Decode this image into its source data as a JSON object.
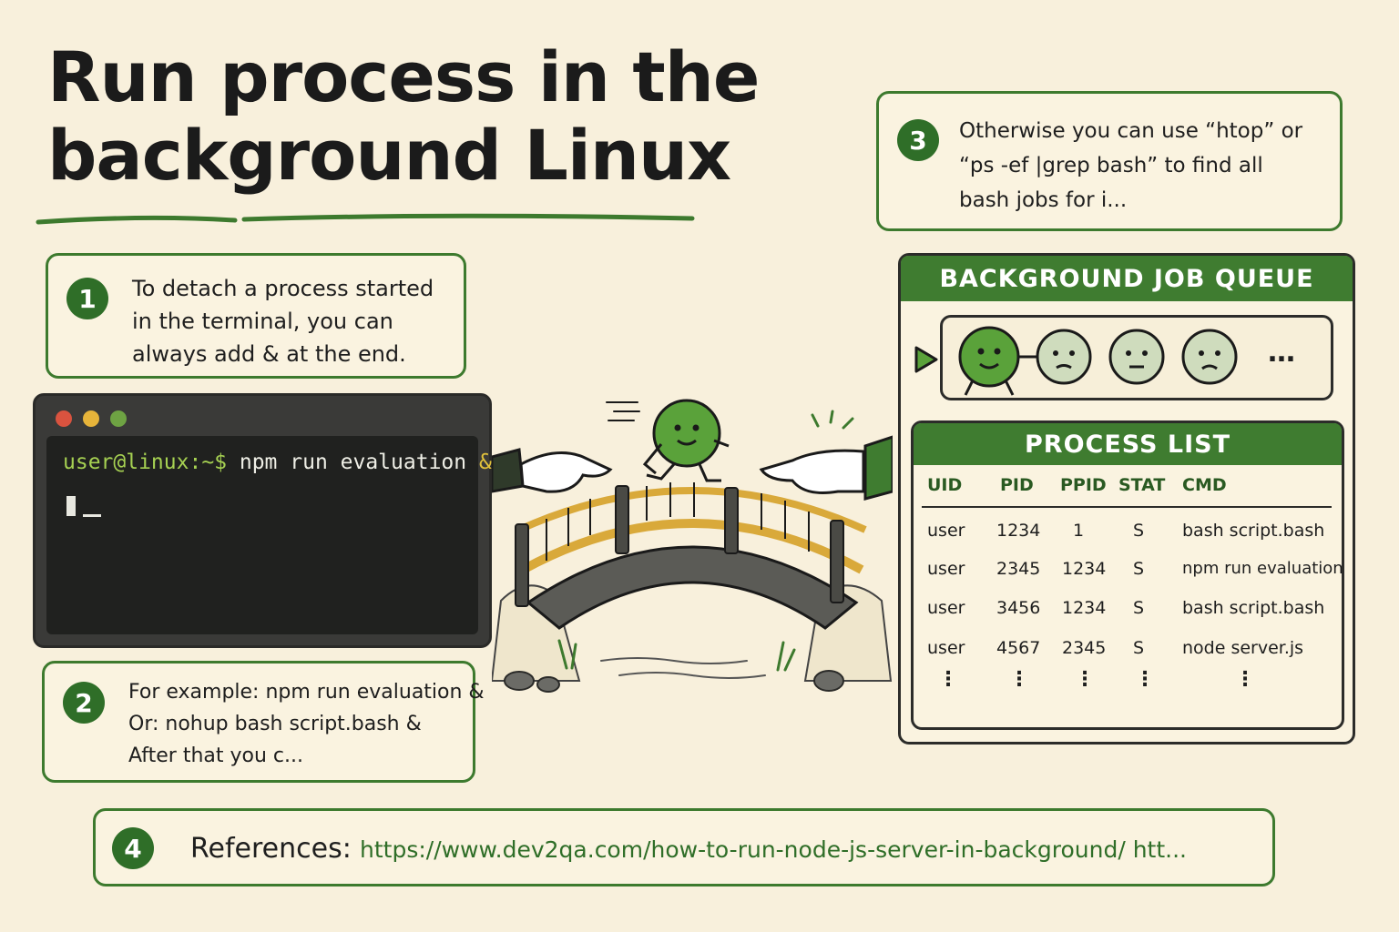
{
  "title": {
    "line1": "Run process in the",
    "line2": "background Linux"
  },
  "colors": {
    "accent_green": "#3d7a2e",
    "badge_green": "#2f6e28",
    "background": "#f8f0dc",
    "terminal_prompt": "#a6d152",
    "terminal_ampersand": "#e2c23b"
  },
  "steps": [
    {
      "number": "1",
      "lines": [
        "To detach a process started",
        "in the terminal, you can",
        "always add & at the end."
      ]
    },
    {
      "number": "2",
      "lines": [
        "For example: npm run evaluation &",
        "Or: nohup bash script.bash &",
        "After that you c..."
      ]
    },
    {
      "number": "3",
      "lines": [
        "Otherwise you can use “htop” or",
        "“ps -ef |grep bash” to find all",
        "bash jobs for i..."
      ]
    },
    {
      "number": "4",
      "label": "References:",
      "link": "https://www.dev2qa.com/how-to-run-node-js-server-in-background/  htt..."
    }
  ],
  "terminal": {
    "prompt": "user@linux:~$",
    "command": " npm run evaluation ",
    "ampersand": "&"
  },
  "queue": {
    "header": "BACKGROUND JOB QUEUE",
    "ellipsis": "…"
  },
  "process_list": {
    "header": "PROCESS LIST",
    "columns": [
      "UID",
      "PID",
      "PPID",
      "STAT",
      "CMD"
    ],
    "rows": [
      [
        "user",
        "1234",
        "1",
        "S",
        "bash script.bash"
      ],
      [
        "user",
        "2345",
        "1234",
        "S",
        "npm run evaluation"
      ],
      [
        "user",
        "3456",
        "1234",
        "S",
        "bash script.bash"
      ],
      [
        "user",
        "4567",
        "2345",
        "S",
        "node server.js"
      ]
    ],
    "continuation": "⋮"
  }
}
